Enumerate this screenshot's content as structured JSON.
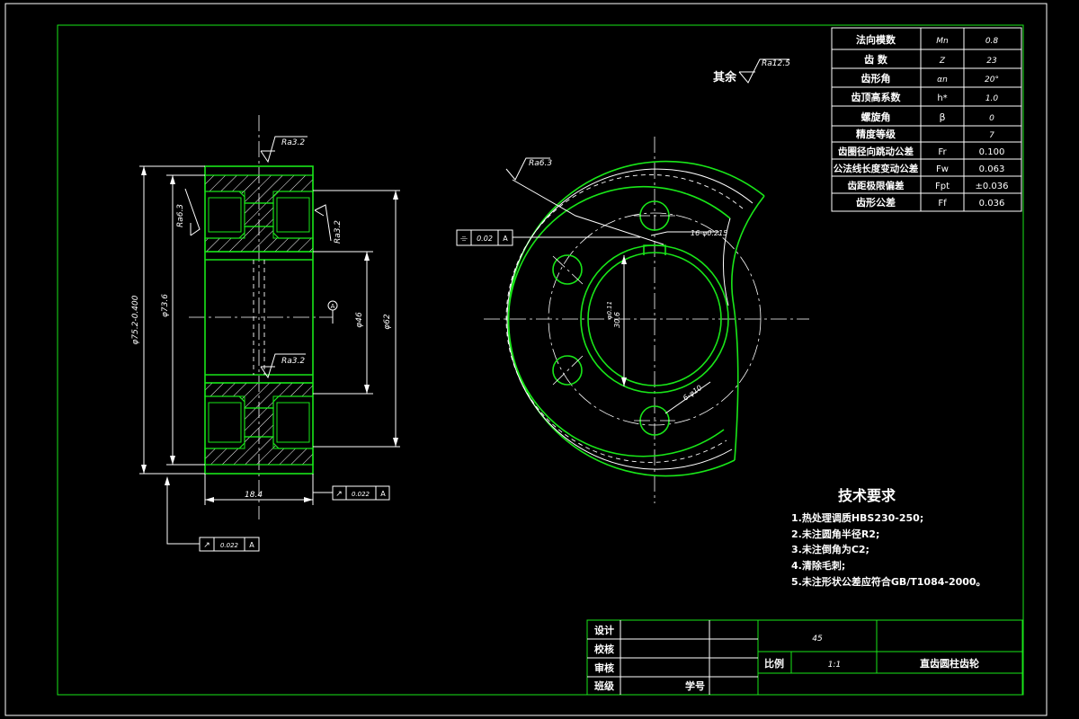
{
  "params_table": {
    "rows": [
      {
        "name": "法向模数",
        "symbol": "Mn",
        "value": "0.8"
      },
      {
        "name": "齿 数",
        "symbol": "Z",
        "value": "23"
      },
      {
        "name": "齿形角",
        "symbol": "αn",
        "value": "20°"
      },
      {
        "name": "齿顶高系数",
        "symbol": "h*",
        "value": "1.0"
      },
      {
        "name": "螺旋角",
        "symbol": "β",
        "value": "0"
      },
      {
        "name": "精度等级",
        "symbol": "",
        "value": "7"
      },
      {
        "name": "齿圈径向跳动公差",
        "symbol": "Fr",
        "value": "0.100"
      },
      {
        "name": "公法线长度变动公差",
        "symbol": "Fw",
        "value": "0.063"
      },
      {
        "name": "齿距极限偏差",
        "symbol": "Fpt",
        "value": "±0.036"
      },
      {
        "name": "齿形公差",
        "symbol": "Ff",
        "value": "0.036"
      }
    ]
  },
  "surface_finish": {
    "rest_label": "其余",
    "rest_value": "Ra12.5",
    "side_top": "Ra3.2",
    "side_bottom": "Ra3.2",
    "left_face": "Ra6.3",
    "right_face": "Ra3.2",
    "front_view": "Ra6.3"
  },
  "dimensions": {
    "tip_dia": "φ75.2-0.400",
    "root_dia": "φ73.6",
    "hub_dia": "φ62",
    "bore_dia": "φ46",
    "width": "18.4",
    "datum": "A",
    "keyway_depth": "30.6",
    "keyway_width": "φ0.11",
    "holes_top": "16-φ0.215",
    "holes_bottom": "6-φ10"
  },
  "tolerance_frames": {
    "front": {
      "symbol": "⌯",
      "value": "0.02",
      "datum": "A"
    },
    "side_right": {
      "symbol": "↗",
      "value": "0.022",
      "datum": "A"
    },
    "side_bottom": {
      "symbol": "↗",
      "value": "0.022",
      "datum": "A"
    }
  },
  "notes": {
    "title": "技术要求",
    "items": [
      "1.热处理调质HBS230-250;",
      "2.未注圆角半径R2;",
      "3.未注倒角为C2;",
      "4.清除毛刺;",
      "5.未注形状公差应符合GB/T1084-2000。"
    ]
  },
  "title_block": {
    "design": "设计",
    "check": "校核",
    "review": "审核",
    "class": "班级",
    "student_no": "学号",
    "material": "45",
    "scale_label": "比例",
    "scale_value": "1:1",
    "part_name": "直齿圆柱齿轮"
  }
}
